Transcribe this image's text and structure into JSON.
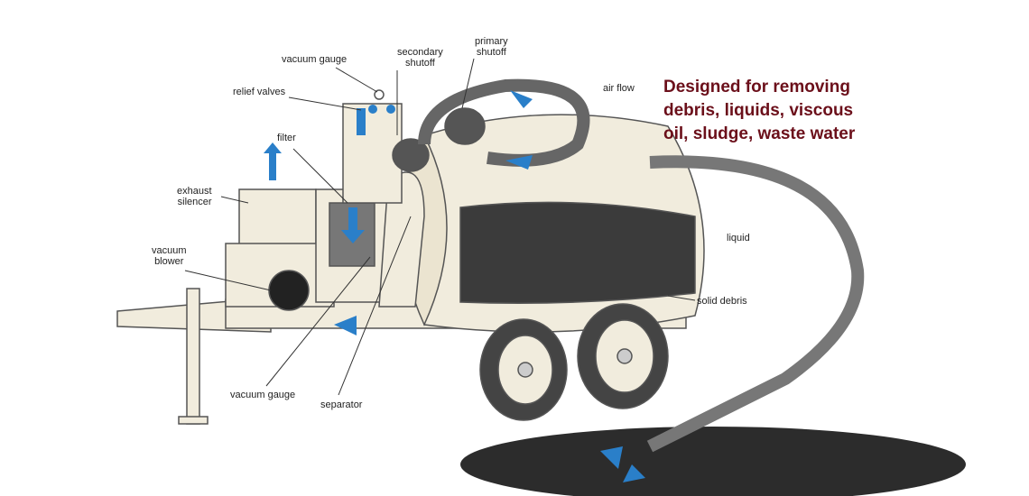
{
  "headline": "Designed for removing\ndebris, liquids, viscous\noil, sludge, waste water",
  "labels": {
    "vacuum_gauge_top": "vacuum gauge",
    "relief_valves": "relief valves",
    "secondary_shutoff": "secondary\nshutoff",
    "primary_shutoff": "primary\nshutoff",
    "air_flow": "air flow",
    "filter": "filter",
    "exhaust_silencer": "exhaust\nsilencer",
    "vacuum_blower": "vacuum\nblower",
    "liquid": "liquid",
    "solid_debris": "solid debris",
    "vacuum_gauge_bottom": "vacuum gauge",
    "separator": "separator"
  },
  "colors": {
    "headline": "#6b0f1a",
    "body": "#f1ecdd",
    "outline": "#555555",
    "liquid": "#3b3b3b",
    "airflow": "#2a7fc9"
  }
}
